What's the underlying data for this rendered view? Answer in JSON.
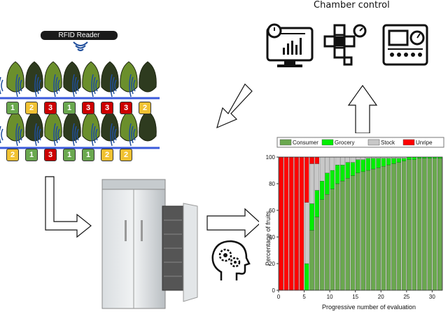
{
  "header": {
    "chamber_title": "Chamber control"
  },
  "rfid": {
    "label": "RFID Reader"
  },
  "colors": {
    "green": "#6aa84f",
    "yellow": "#f1c232",
    "red": "#cc0000",
    "rail": "#3b5bdb",
    "wave": "#1f4e9c"
  },
  "fruit_rows": [
    {
      "tags": [
        {
          "value": "1",
          "color": "green"
        },
        {
          "value": "2",
          "color": "yellow"
        },
        {
          "value": "3",
          "color": "red"
        },
        {
          "value": "1",
          "color": "green"
        },
        {
          "value": "3",
          "color": "red"
        },
        {
          "value": "3",
          "color": "red"
        },
        {
          "value": "3",
          "color": "red"
        },
        {
          "value": "2",
          "color": "yellow"
        }
      ]
    },
    {
      "tags": [
        {
          "value": "2",
          "color": "yellow"
        },
        {
          "value": "1",
          "color": "green"
        },
        {
          "value": "3",
          "color": "red"
        },
        {
          "value": "1",
          "color": "green"
        },
        {
          "value": "1",
          "color": "green"
        },
        {
          "value": "2",
          "color": "yellow"
        },
        {
          "value": "2",
          "color": "yellow"
        }
      ]
    }
  ],
  "icons": [
    "dashboard-monitor-icon",
    "valve-pipe-icon",
    "control-panel-icon",
    "fridge-icon",
    "head-gears-icon"
  ],
  "chart_data": {
    "type": "bar",
    "stacked": true,
    "xlabel": "Progressive number of evaluation",
    "ylabel": "Percentage of fruits",
    "ylim": [
      0,
      100
    ],
    "xlim": [
      0,
      32
    ],
    "xticks": [
      "0",
      "5",
      "10",
      "15",
      "20",
      "25",
      "30"
    ],
    "yticks": [
      "0",
      "20",
      "40",
      "60",
      "80",
      "100"
    ],
    "legend_position": "top",
    "series": [
      {
        "name": "Consumer",
        "color": "#6aa84f",
        "values": [
          0,
          0,
          0,
          0,
          0,
          0,
          45,
          55,
          68,
          72,
          76,
          80,
          82,
          84,
          86,
          88,
          89,
          90,
          91,
          92,
          93,
          94,
          95,
          96,
          97,
          98,
          98,
          99,
          99,
          99,
          99,
          99
        ]
      },
      {
        "name": "Grocery",
        "color": "#00ee00",
        "values": [
          0,
          0,
          0,
          0,
          0,
          20,
          20,
          20,
          14,
          16,
          14,
          14,
          12,
          12,
          10,
          10,
          9,
          9,
          8,
          7,
          6,
          5,
          4,
          3,
          2,
          2,
          2,
          1,
          1,
          1,
          1,
          1
        ]
      },
      {
        "name": "Stock",
        "color": "#c8c8c8",
        "values": [
          0,
          0,
          0,
          0,
          0,
          46,
          30,
          20,
          18,
          12,
          10,
          6,
          6,
          4,
          4,
          2,
          2,
          1,
          1,
          1,
          1,
          1,
          1,
          1,
          1,
          0,
          0,
          0,
          0,
          0,
          0,
          0
        ]
      },
      {
        "name": "Unripe",
        "color": "#ff0000",
        "values": [
          100,
          100,
          100,
          100,
          100,
          34,
          5,
          5,
          0,
          0,
          0,
          0,
          0,
          0,
          0,
          0,
          0,
          0,
          0,
          0,
          0,
          0,
          0,
          0,
          0,
          0,
          0,
          0,
          0,
          0,
          0,
          0
        ]
      }
    ]
  }
}
